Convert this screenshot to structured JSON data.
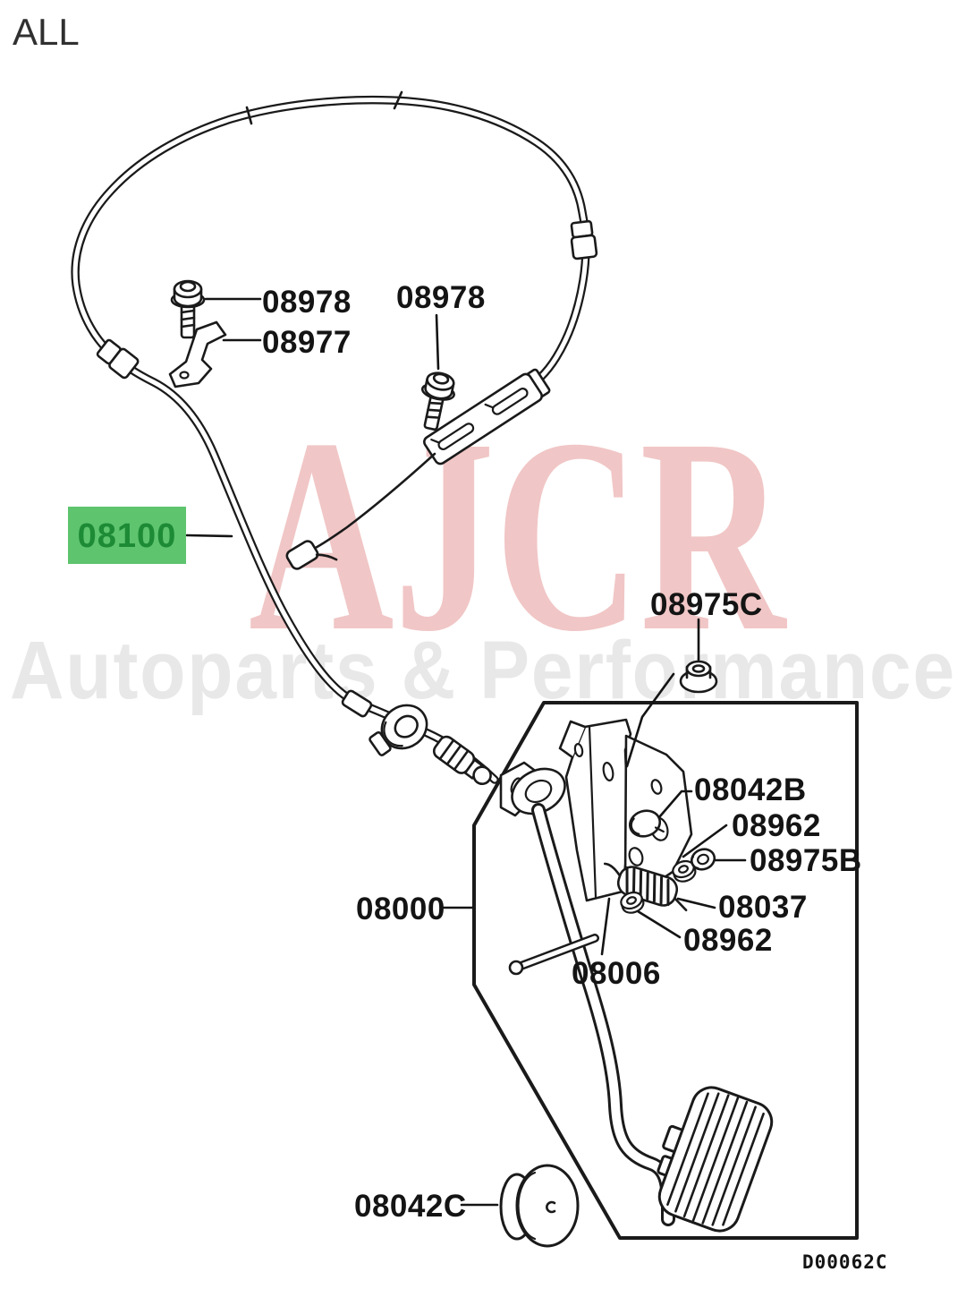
{
  "header": {
    "scope_label": "ALL"
  },
  "watermark": {
    "brand": "AJCR",
    "tagline": "Autoparts & Performance"
  },
  "diagram": {
    "code": "D00062C"
  },
  "colors": {
    "ink": "#1a1a1a",
    "label_ink": "#141414",
    "highlight_bg": "#5ec46e",
    "highlight_text": "#1d8a36",
    "watermark_brand": "#f1c6c6",
    "watermark_tagline": "#e8e8e8"
  },
  "parts": [
    {
      "id": "08978-upper-bolt",
      "label": "08978",
      "highlighted": false
    },
    {
      "id": "08977-clamp",
      "label": "08977",
      "highlighted": false
    },
    {
      "id": "08978-mid-bolt",
      "label": "08978",
      "highlighted": false
    },
    {
      "id": "08100-accel-cable",
      "label": "08100",
      "highlighted": true
    },
    {
      "id": "08975C-nut",
      "label": "08975C",
      "highlighted": false
    },
    {
      "id": "08042B-clip",
      "label": "08042B",
      "highlighted": false
    },
    {
      "id": "08962-nut-upper",
      "label": "08962",
      "highlighted": false
    },
    {
      "id": "08975B-washer",
      "label": "08975B",
      "highlighted": false
    },
    {
      "id": "08037-spring",
      "label": "08037",
      "highlighted": false
    },
    {
      "id": "08962-nut-lower",
      "label": "08962",
      "highlighted": false
    },
    {
      "id": "08000-pedal-assy",
      "label": "08000",
      "highlighted": false
    },
    {
      "id": "08006-bracket",
      "label": "08006",
      "highlighted": false
    },
    {
      "id": "08042C-stopper",
      "label": "08042C",
      "highlighted": false
    }
  ]
}
